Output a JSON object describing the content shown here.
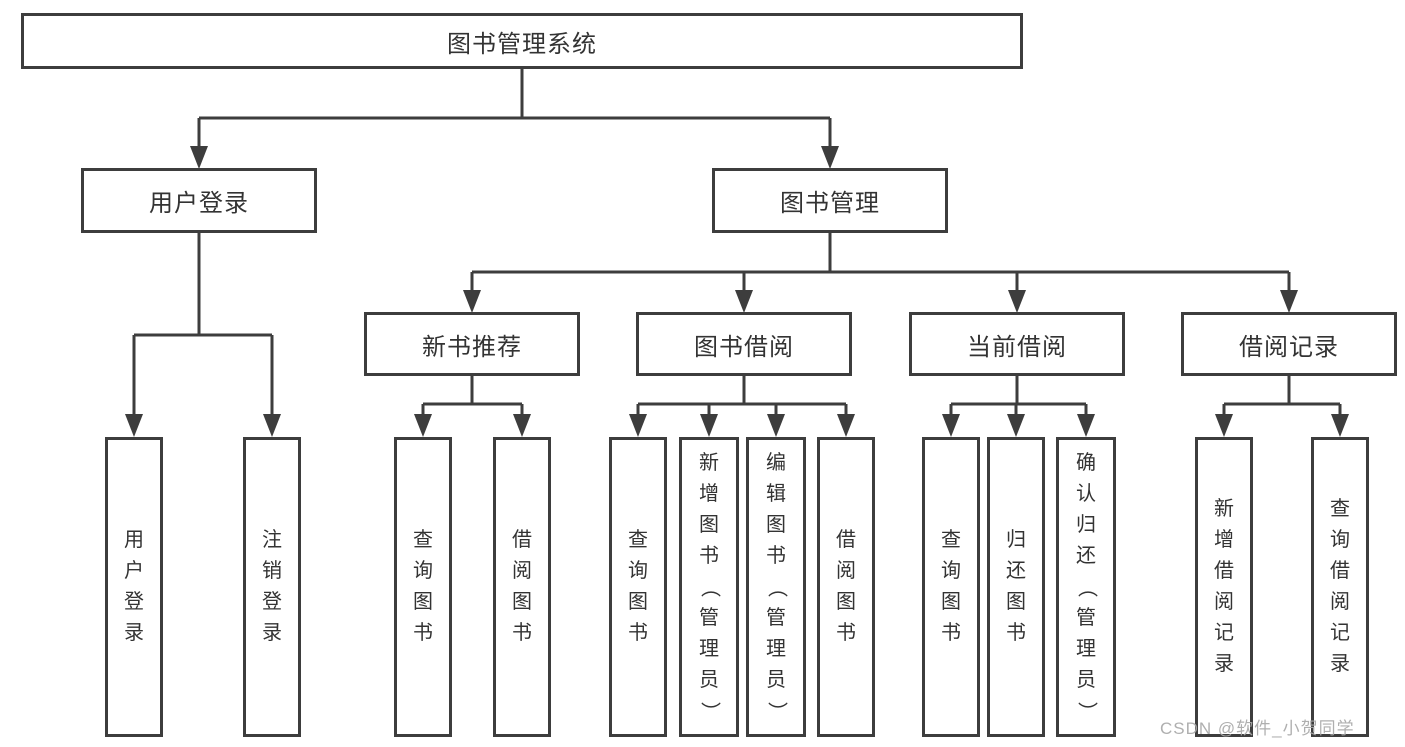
{
  "colors": {
    "line": "#3d3d3d",
    "text": "#333333",
    "background": "#ffffff",
    "watermark": "#a9a9a9"
  },
  "watermark": {
    "text": "CSDN @软件_小贺同学"
  },
  "tree": {
    "root": {
      "label": "图书管理系统",
      "children": [
        {
          "label": "用户登录",
          "children": [
            {
              "label": "用户登录"
            },
            {
              "label": "注销登录"
            }
          ]
        },
        {
          "label": "图书管理",
          "children": [
            {
              "label": "新书推荐",
              "children": [
                {
                  "label": "查询图书"
                },
                {
                  "label": "借阅图书"
                }
              ]
            },
            {
              "label": "图书借阅",
              "children": [
                {
                  "label": "查询图书"
                },
                {
                  "label": "新增图书（管理员）"
                },
                {
                  "label": "编辑图书（管理员）"
                },
                {
                  "label": "借阅图书"
                }
              ]
            },
            {
              "label": "当前借阅",
              "children": [
                {
                  "label": "查询图书"
                },
                {
                  "label": "归还图书"
                },
                {
                  "label": "确认归还（管理员）"
                }
              ]
            },
            {
              "label": "借阅记录",
              "children": [
                {
                  "label": "新增借阅记录"
                },
                {
                  "label": "查询借阅记录"
                }
              ]
            }
          ]
        }
      ]
    }
  }
}
